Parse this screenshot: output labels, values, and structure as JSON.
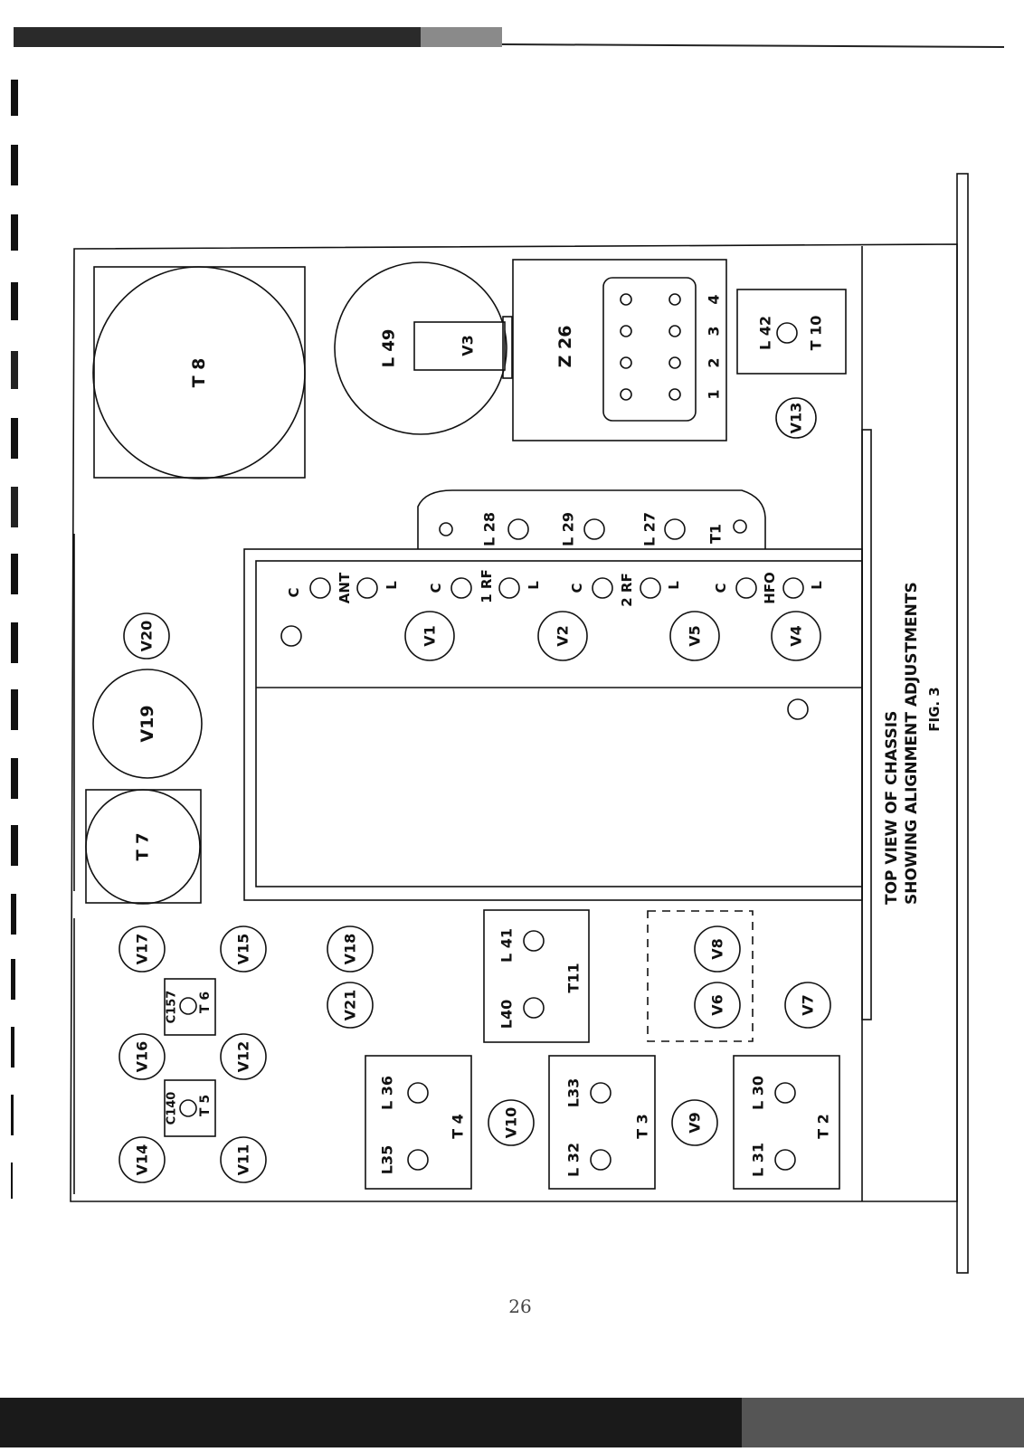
{
  "figure": {
    "caption_line1": "TOP VIEW OF CHASSIS",
    "caption_line2": "SHOWING ALIGNMENT ADJUSTMENTS",
    "fig_number": "FIG. 3"
  },
  "page_number": "26",
  "components": {
    "T8": "T 8",
    "L49": "L 49",
    "V3": "V3",
    "Z26": "Z 26",
    "Z26_pins": [
      "1",
      "2",
      "3",
      "4"
    ],
    "L42": "L 42",
    "T10": "T 10",
    "V13": "V13",
    "L28": "L 28",
    "L29": "L 29",
    "L27": "L 27",
    "T1": "T1",
    "C": "C",
    "L": "L",
    "ANT": "ANT",
    "RF1": "1 RF",
    "RF2": "2 RF",
    "HFO": "HFO",
    "V1": "V1",
    "V2": "V2",
    "V5": "V5",
    "V4": "V4",
    "V20": "V20",
    "V19": "V19",
    "T7": "T 7",
    "V17": "V17",
    "V15": "V15",
    "V18": "V18",
    "C157": "C157",
    "T6": "T 6",
    "V16": "V16",
    "V12": "V12",
    "V21": "V21",
    "C140": "C140",
    "T5": "T 5",
    "V14": "V14",
    "V11": "V11",
    "V10": "V10",
    "L35": "L35",
    "L36": "L 36",
    "T4": "T 4",
    "L40": "L40",
    "L41": "L 41",
    "T11": "T11",
    "L32": "L 32",
    "L33": "L33",
    "T3": "T 3",
    "V8": "V8",
    "V6": "V6",
    "V7": "V7",
    "V9": "V9",
    "L31": "L 31",
    "L30": "L 30",
    "T2": "T 2"
  }
}
